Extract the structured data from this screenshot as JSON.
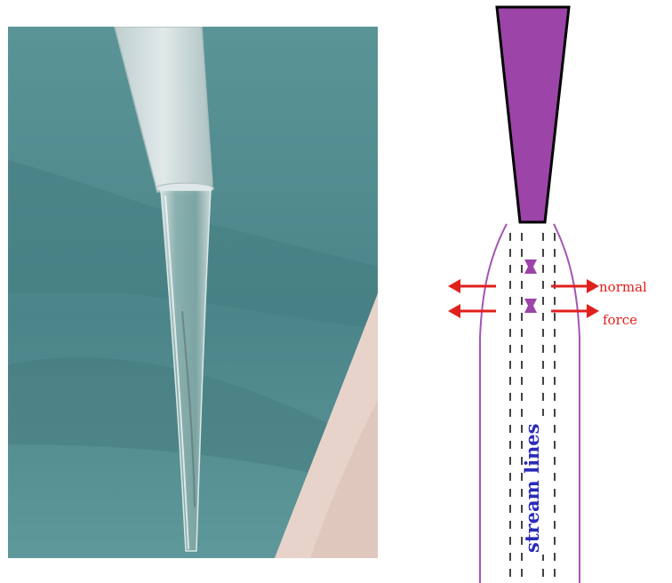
{
  "diagram": {
    "labels": {
      "normal": "normal",
      "force": "force",
      "stream_lines": "stream lines"
    },
    "colors": {
      "nozzle": "#9c44a8",
      "envelope": "#a455b4",
      "arrows": "#e0201c",
      "stream_text": "#2a2ab8",
      "background_cloth": "#4f8a8e"
    }
  }
}
